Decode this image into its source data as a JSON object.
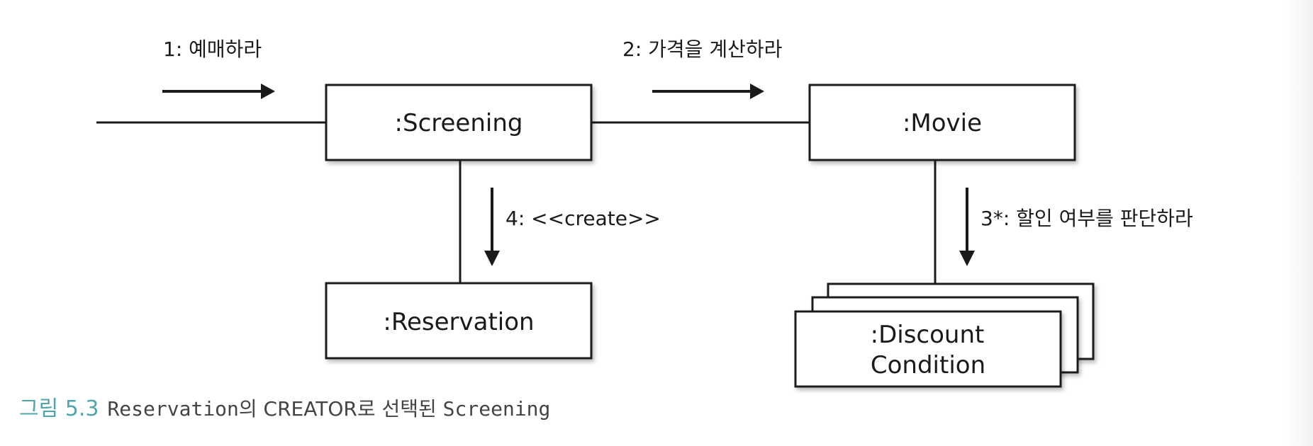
{
  "objects": {
    "screening": ":Screening",
    "movie": ":Movie",
    "reservation": ":Reservation",
    "discount_line1": ":Discount",
    "discount_line2": "Condition"
  },
  "messages": {
    "m1": "1: 예매하라",
    "m2": "2: 가격을 계산하라",
    "m3": "3*: 할인 여부를 판단하라",
    "m4": "4: <<create>>"
  },
  "caption": {
    "figure_number": "그림 5.3",
    "part1": "Reservation",
    "part2": "의 CREATOR로 선택된 ",
    "part3": "Screening"
  },
  "colors": {
    "caption_accent": "#4fa6ad",
    "line": "#1a1a1a"
  }
}
